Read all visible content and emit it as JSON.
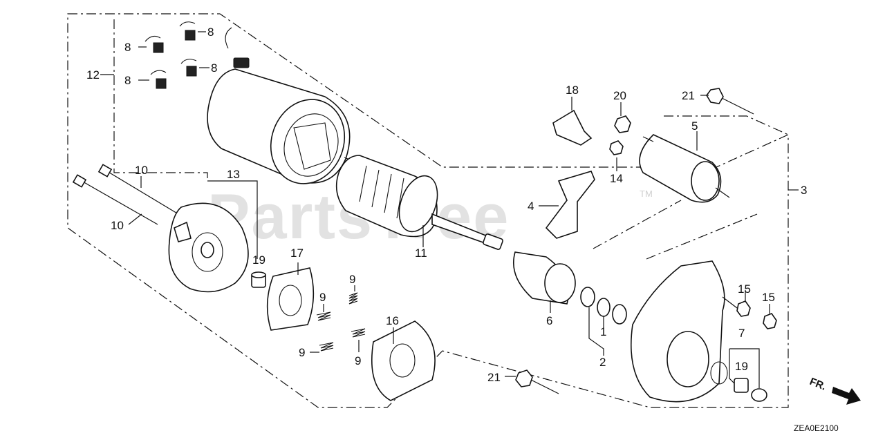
{
  "diagram": {
    "watermark": "PartsTree",
    "watermark_mark": "TM",
    "drawing_code": "ZEA0E2100",
    "direction_label": "FR.",
    "callouts": {
      "c1": "1",
      "c2": "2",
      "c3": "3",
      "c4": "4",
      "c5": "5",
      "c6": "6",
      "c7": "7",
      "c8a": "8",
      "c8b": "8",
      "c8c": "8",
      "c8d": "8",
      "c9a": "9",
      "c9b": "9",
      "c9c": "9",
      "c9d": "9",
      "c10a": "10",
      "c10b": "10",
      "c11": "11",
      "c12": "12",
      "c13": "13",
      "c14": "14",
      "c15a": "15",
      "c15b": "15",
      "c16": "16",
      "c17": "17",
      "c18": "18",
      "c19a": "19",
      "c19b": "19",
      "c20": "20",
      "c21a": "21",
      "c21b": "21"
    }
  }
}
